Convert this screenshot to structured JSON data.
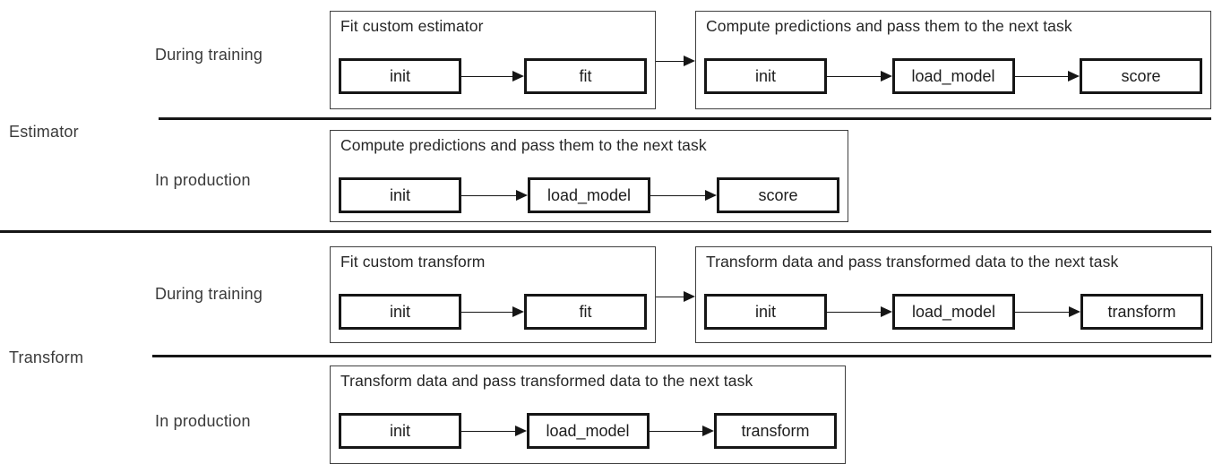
{
  "diagram": {
    "sections": [
      {
        "label": "Estimator",
        "rows": [
          {
            "phase": "During training",
            "groups": [
              {
                "title": "Fit custom estimator",
                "steps": [
                  "init",
                  "fit"
                ]
              },
              {
                "title": "Compute predictions and pass them to the next task",
                "steps": [
                  "init",
                  "load_model",
                  "score"
                ]
              }
            ]
          },
          {
            "phase": "In production",
            "groups": [
              {
                "title": "Compute predictions and pass them to the next task",
                "steps": [
                  "init",
                  "load_model",
                  "score"
                ]
              }
            ]
          }
        ]
      },
      {
        "label": "Transform",
        "rows": [
          {
            "phase": "During training",
            "groups": [
              {
                "title": "Fit custom transform",
                "steps": [
                  "init",
                  "fit"
                ]
              },
              {
                "title": "Transform data and pass transformed data to the next task",
                "steps": [
                  "init",
                  "load_model",
                  "transform"
                ]
              }
            ]
          },
          {
            "phase": "In production",
            "groups": [
              {
                "title": "Transform data and pass transformed data to the next task",
                "steps": [
                  "init",
                  "load_model",
                  "transform"
                ]
              }
            ]
          }
        ]
      }
    ],
    "colors": {
      "background": "#ffffff",
      "line": "#161616",
      "outer_border": "#3f3f3f",
      "inner_border": "#161616",
      "text": "#2d2d2d"
    }
  }
}
